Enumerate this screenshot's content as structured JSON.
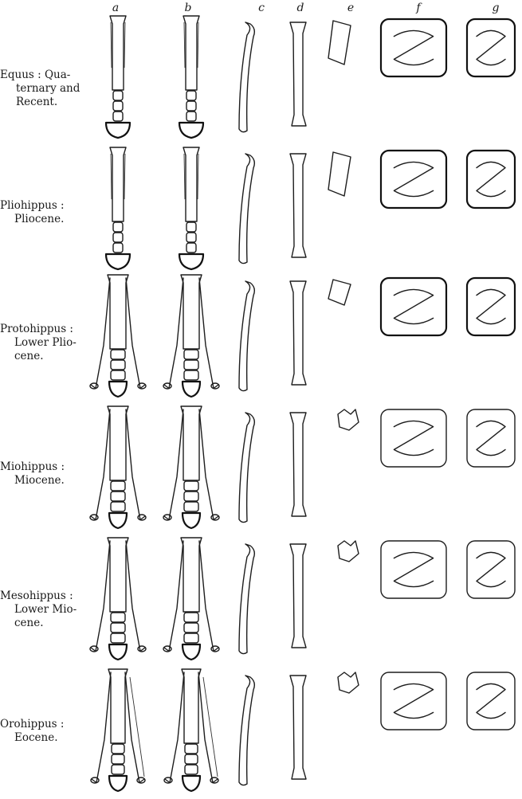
{
  "column_labels": [
    "a",
    "b",
    "c",
    "d",
    "e",
    "f",
    "g"
  ],
  "rows": [
    {
      "genus": "Equus",
      "period_lines": [
        "Equus : Qua-",
        "ternary and",
        "Recent."
      ],
      "toes": 1
    },
    {
      "genus": "Pliohippus",
      "period_lines": [
        "Pliohippus :",
        "Pliocene."
      ],
      "toes": 1
    },
    {
      "genus": "Protohippus",
      "period_lines": [
        "Protohippus :",
        "Lower Plio-",
        "cene."
      ],
      "toes": 3
    },
    {
      "genus": "Miohippus",
      "period_lines": [
        "Miohippus :",
        "Miocene."
      ],
      "toes": 3
    },
    {
      "genus": "Mesohippus",
      "period_lines": [
        "Mesohippus :",
        "Lower Mio-",
        "cene."
      ],
      "toes": 3
    },
    {
      "genus": "Orohippus",
      "period_lines": [
        "Orohippus :",
        "Eocene."
      ],
      "toes": 4
    }
  ]
}
